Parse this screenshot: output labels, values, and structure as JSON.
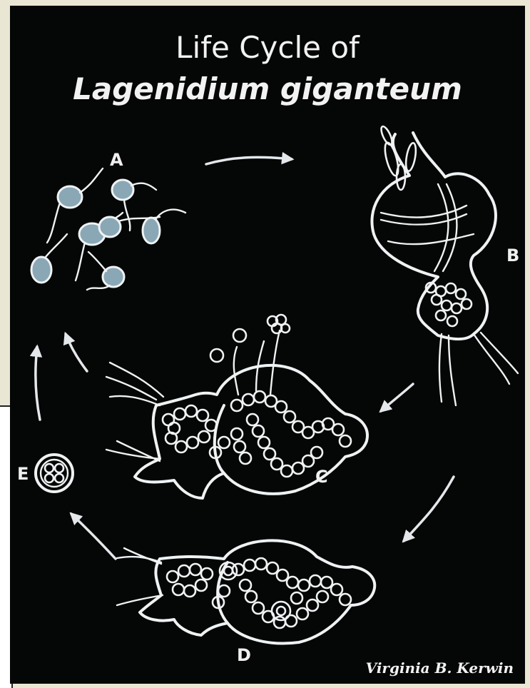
{
  "title": {
    "line1": "Life Cycle of",
    "line2": "Lagenidium giganteum"
  },
  "stages": {
    "a": "A",
    "b": "B",
    "c": "C",
    "d": "D",
    "e": "E"
  },
  "credit": "Virginia B. Kerwin",
  "colors": {
    "background": "#050606",
    "drawing": "#eef2f3",
    "zoospore_fill": "#8aa7b5",
    "page": "#e9e6d3"
  }
}
